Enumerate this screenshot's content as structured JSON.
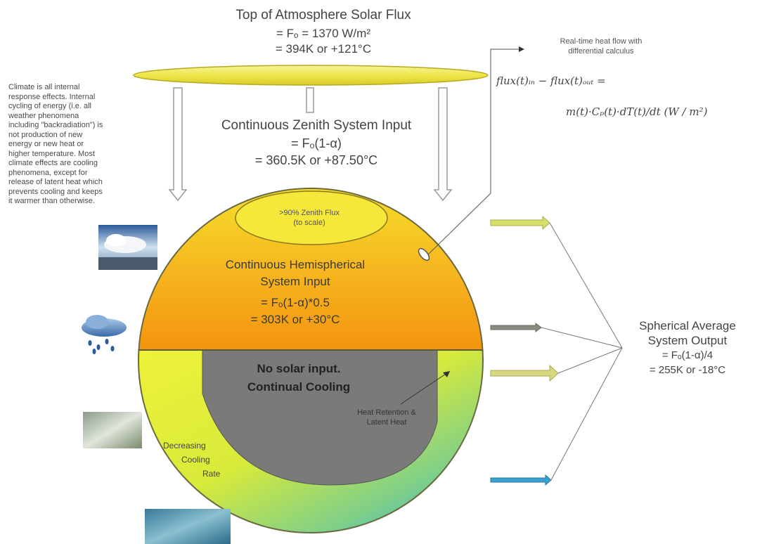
{
  "top": {
    "title": "Top of Atmosphere Solar Flux",
    "line1": "= Fₒ = 1370 W/m²",
    "line2": "= 394K or +121°C"
  },
  "zenith": {
    "title": "Continuous Zenith System Input",
    "line1": "= Fₒ(1-α)",
    "line2": "= 360.5K or +87.50°C"
  },
  "left_note": "Climate is all internal response effects. Internal cycling of energy (i.e. all weather phenomena including \"backradiation\") is not production of new energy or new heat or higher temperature. Most climate effects are cooling phenomena, except for release of latent heat which prevents cooling and keeps it warmer than otherwise.",
  "realtime": {
    "note_line1": "Real-time heat flow with",
    "note_line2": "differential calculus",
    "eq_line1": "flux(t)ᵢₙ − flux(t)ₒᵤₜ =",
    "eq_line2": "m(t)·Cₚ(t)·dT(t)/dt  (W / m²)"
  },
  "zenith_flux": {
    "line1": ">90% Zenith Flux",
    "line2": "(to scale)"
  },
  "hemisphere": {
    "title1": "Continuous Hemispherical",
    "title2": "System Input",
    "line1": "= Fₒ(1-α)*0.5",
    "line2": "= 303K or +30°C"
  },
  "night": {
    "line1": "No solar input.",
    "line2": "Continual Cooling"
  },
  "heat_retention": {
    "line1": "Heat Retention &",
    "line2": "Latent Heat"
  },
  "decreasing": {
    "line1": "Decreasing",
    "line2": "Cooling",
    "line3": "Rate"
  },
  "spherical": {
    "title1": "Spherical Average",
    "title2": "System Output",
    "line1": "= Fₒ(1-α)/4",
    "line2": "= 255K or -18°C"
  },
  "colors": {
    "disc": "#f2ec5a",
    "day_top": "#f7dd2a",
    "day_bottom": "#f39a12",
    "night_core": "#7a7a78",
    "ocean": "#1ca6e0",
    "yellow_green": "#e6ef3a",
    "arrow_green": "#d8e06a",
    "arrow_gray": "#8a8a80",
    "arrow_blue": "#3aa0d0"
  }
}
